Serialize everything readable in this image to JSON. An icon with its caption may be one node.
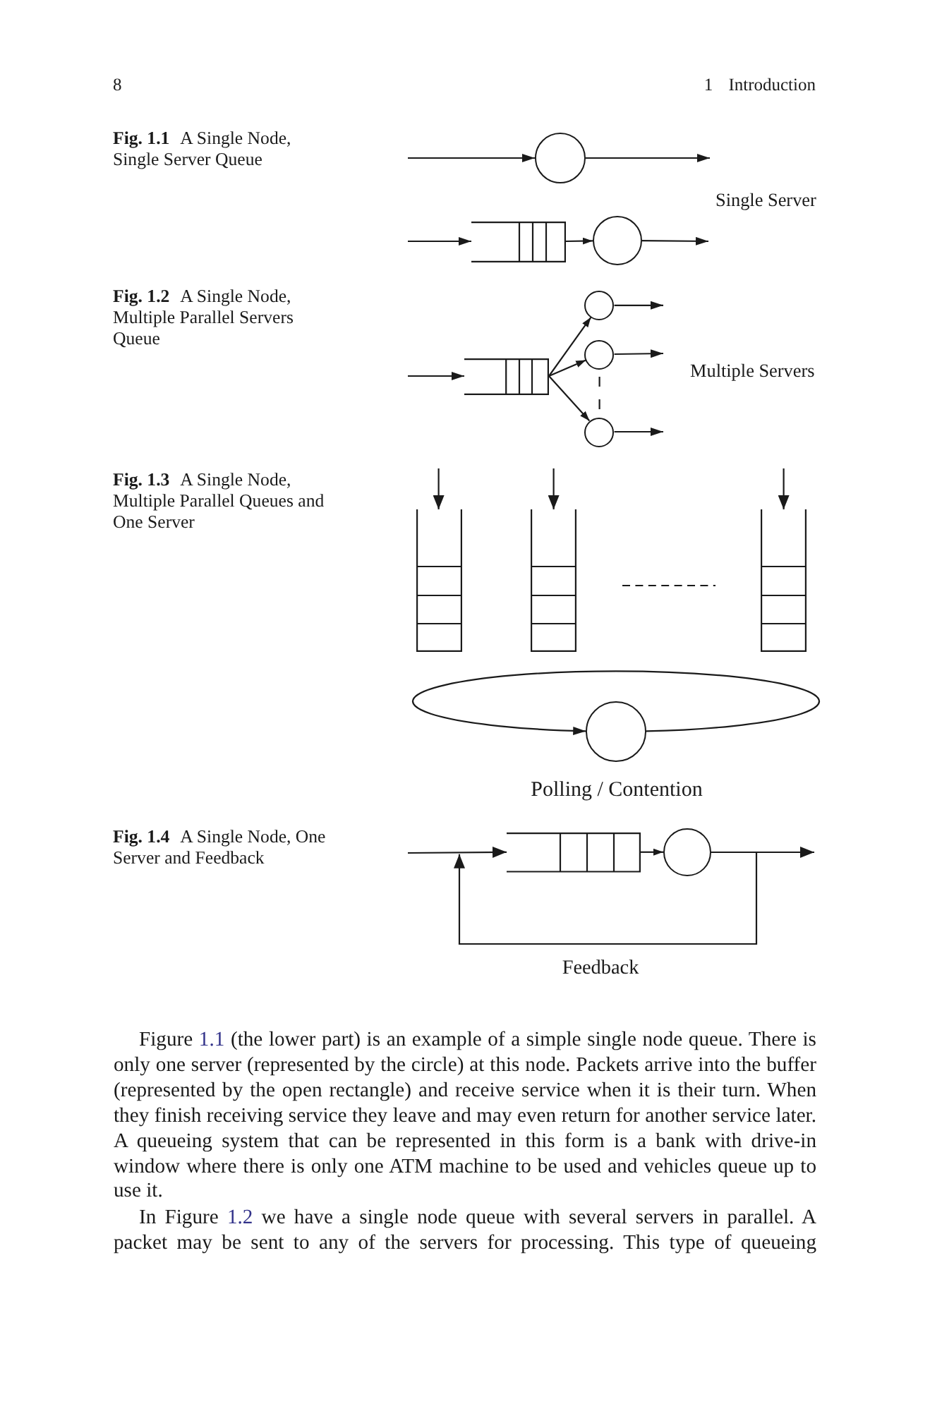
{
  "diagram": {
    "nodes": [
      {
        "text": [],
        "shape": "circle"
      },
      {
        "text": [],
        "shape": "box"
      },
      {
        "text": [],
        "shape": "circle"
      },
      {
        "text": [],
        "shape": "box"
      },
      {
        "text": [],
        "shape": "circle"
      },
      {
        "text": [],
        "shape": "circle"
      },
      {
        "text": [],
        "shape": "circle"
      },
      {
        "text": [],
        "shape": "box"
      },
      {
        "text": [],
        "shape": "box"
      },
      {
        "text": [],
        "shape": "box"
      },
      {
        "text": [],
        "shape": "circle"
      },
      {
        "text": [],
        "shape": "box"
      },
      {
        "text": [],
        "shape": "circle"
      }
    ],
    "edges": [
      {
        "from": null,
        "to": 0,
        "arrow": "to"
      },
      {
        "from": 0,
        "to": null,
        "arrow": "to"
      },
      {
        "from": null,
        "to": 1,
        "arrow": "to"
      },
      {
        "from": 1,
        "to": 2,
        "arrow": "to"
      },
      {
        "from": 2,
        "to": null,
        "arrow": "to"
      },
      {
        "from": null,
        "to": 3,
        "arrow": "to"
      },
      {
        "from": 3,
        "to": 4,
        "arrow": "to"
      },
      {
        "from": 3,
        "to": 5,
        "arrow": "to"
      },
      {
        "from": 3,
        "to": 6,
        "arrow": "to"
      },
      {
        "from": 4,
        "to": null,
        "arrow": "to"
      },
      {
        "from": 5,
        "to": null,
        "arrow": "to"
      },
      {
        "from": 6,
        "to": null,
        "arrow": "to"
      },
      {
        "from": null,
        "to": 7,
        "arrow": "to"
      },
      {
        "from": null,
        "to": 8,
        "arrow": "to"
      },
      {
        "from": null,
        "to": 9,
        "arrow": "to"
      },
      {
        "from": 10,
        "to": 10,
        "arrow": "to"
      },
      {
        "from": null,
        "to": 11,
        "arrow": "to"
      },
      {
        "from": 11,
        "to": 12,
        "arrow": "to"
      },
      {
        "from": 12,
        "to": null,
        "arrow": "to"
      },
      {
        "from": 12,
        "to": 11,
        "arrow": "to",
        "label": "Feedback"
      }
    ],
    "labels": [
      "8",
      "1 Introduction",
      "**Fig. 1.1** A Single Node, Single Server Queue",
      "Single Server",
      "**Fig. 1.2** A Single Node, Multiple Parallel Servers Queue",
      "Multiple Servers",
      "**Fig. 1.3** A Single Node, Multiple Parallel Queues and One Server",
      "Polling / Contention",
      "**Fig. 1.4** A Single Node, One Server and Feedback",
      "Figure *1.1* (the lower part) is an example of a simple single node queue. There is only one server (represented by the circle) at this node. Packets arrive into the buffer (represented by the open rectangle) and receive service when it is their turn. When they finish receiving service they leave and may even return for another service later. A queueing system that can be represented in this form is a bank with drive-in window where there is only one ATM machine to be used and vehicles queue up to use it.",
      "In Figure *1.2* we have a single node queue with several servers in parallel. A packet may be sent to any of the servers for processing. This type of queueing"
    ]
  }
}
